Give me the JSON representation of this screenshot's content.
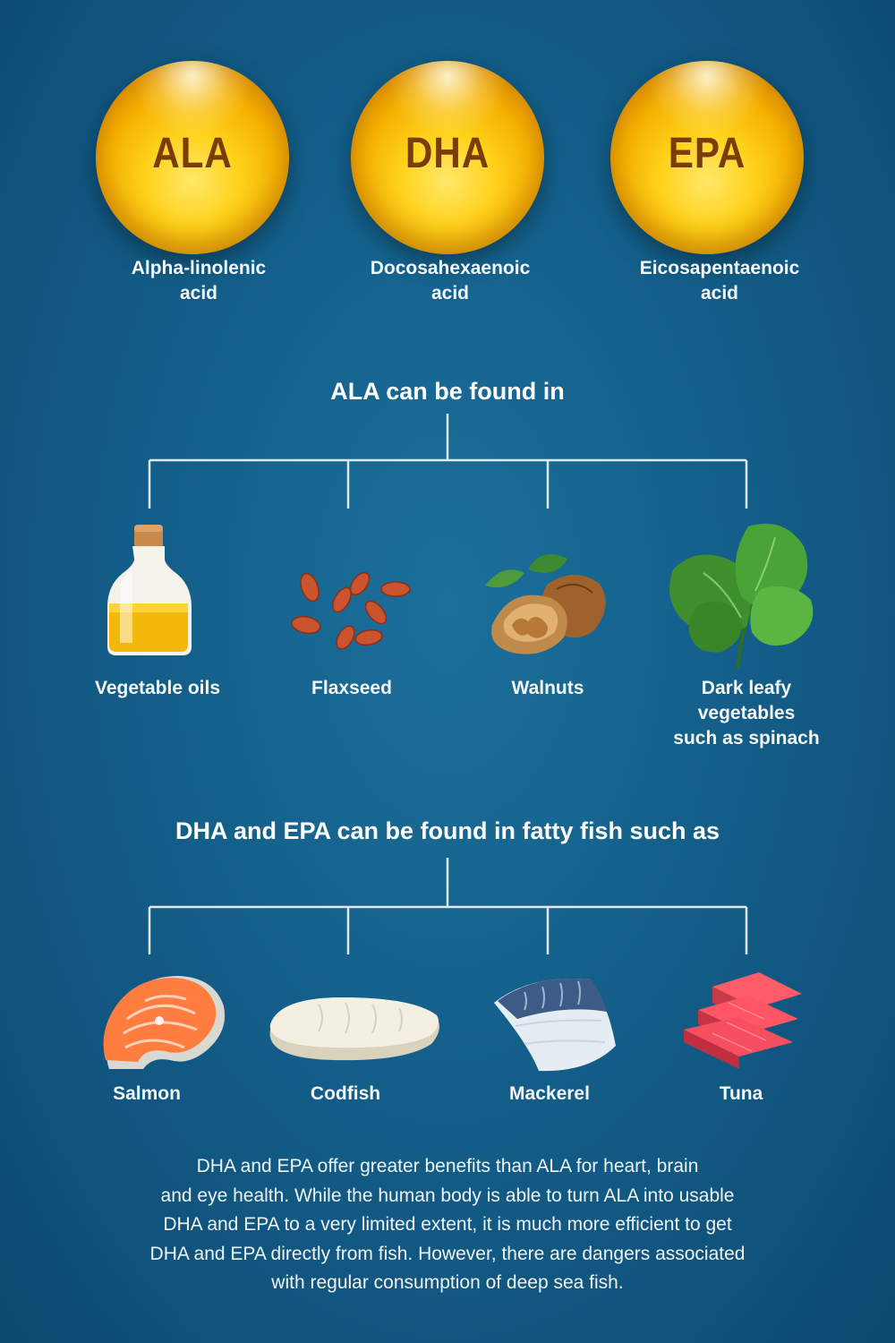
{
  "acids": [
    {
      "abbr": "ALA",
      "name_line1": "Alpha-linolenic",
      "name_line2": "acid"
    },
    {
      "abbr": "DHA",
      "name_line1": "Docosahexaenoic",
      "name_line2": "acid"
    },
    {
      "abbr": "EPA",
      "name_line1": "Eicosapentaenoic",
      "name_line2": "acid"
    }
  ],
  "ala_section": {
    "heading": "ALA can be found in",
    "items": [
      {
        "label": "Vegetable oils"
      },
      {
        "label": "Flaxseed"
      },
      {
        "label": "Walnuts"
      },
      {
        "label_line1": "Dark leafy",
        "label_line2": "vegetables",
        "label_line3": "such as spinach"
      }
    ]
  },
  "fish_section": {
    "heading": "DHA and EPA can be found in fatty fish such as",
    "items": [
      {
        "label": "Salmon"
      },
      {
        "label": "Codfish"
      },
      {
        "label": "Mackerel"
      },
      {
        "label": "Tuna"
      }
    ]
  },
  "paragraph": {
    "line1": "DHA and EPA offer greater benefits than ALA for heart, brain",
    "line2": "and eye health. While the human body is able to turn ALA into usable",
    "line3": "DHA and EPA to a very limited extent, it is much more efficient to get",
    "line4": "DHA and EPA directly from fish. However, there are dangers associated",
    "line5": "with regular consumption of deep sea fish."
  },
  "colors": {
    "background": "#135f8a",
    "orb": "#ffd21c",
    "orb_text": "#7a3d06",
    "connector": "#dfe9ef"
  }
}
